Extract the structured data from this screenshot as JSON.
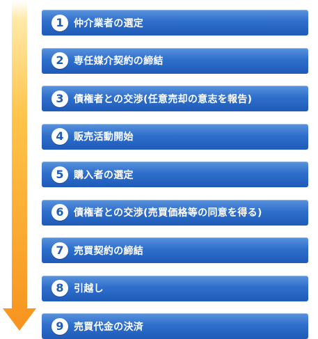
{
  "colors": {
    "step_bar": "#2f6fcc",
    "step_bar_top": "#5a93dd",
    "badge_bg": "#ffffff",
    "badge_text": "#1f5bb8",
    "arrow_light": "#ffd35a",
    "arrow_dark": "#f7931e"
  },
  "icons": {
    "flow_arrow": "down-arrow-icon"
  },
  "steps": [
    {
      "number": "1",
      "label": "仲介業者の選定"
    },
    {
      "number": "2",
      "label": "専任媒介契約の締結"
    },
    {
      "number": "3",
      "label": "債権者との交渉(任意売却の意志を報告)"
    },
    {
      "number": "4",
      "label": "販売活動開始"
    },
    {
      "number": "5",
      "label": "購入者の選定"
    },
    {
      "number": "6",
      "label": "債権者との交渉(売買価格等の同意を得る)"
    },
    {
      "number": "7",
      "label": "売買契約の締結"
    },
    {
      "number": "8",
      "label": "引越し"
    },
    {
      "number": "9",
      "label": "売買代金の決済"
    }
  ]
}
